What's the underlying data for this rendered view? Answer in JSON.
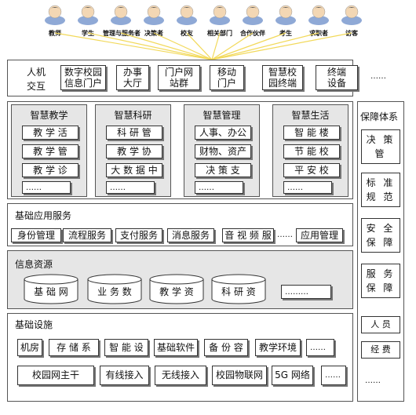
{
  "users": [
    "教师",
    "学生",
    "管理与服务者",
    "决策者",
    "校友",
    "相关部门",
    "合作伙伴",
    "考生",
    "求职者",
    "访客"
  ],
  "access": {
    "label": "人机\n交互",
    "items": [
      "数字校园\n信息门户",
      "办事\n大厅",
      "门户网\n站群",
      "移动\n门户",
      "智慧校\n园终端",
      "终端\n设备"
    ],
    "more": "……"
  },
  "smart": [
    {
      "title": "智慧教学",
      "items": [
        "教 学 活",
        "教 学 管",
        "教 学 诊"
      ],
      "more": "……"
    },
    {
      "title": "智慧科研",
      "items": [
        "科 研 管",
        "教 学 协",
        "大 数 据 中"
      ],
      "more": "……"
    },
    {
      "title": "智慧管理",
      "items": [
        "人事、办公",
        "财物、资产",
        "决 策 支"
      ],
      "more": "……"
    },
    {
      "title": "智慧生活",
      "items": [
        "智 能 楼",
        "节 能 校",
        "平 安 校"
      ],
      "more": "……"
    }
  ],
  "guarantee": {
    "title": "保障体系",
    "items": [
      "决 策\n管",
      "标 准\n规 范",
      "安 全\n保 障",
      "服 务\n保 障",
      "人 员",
      "经 费"
    ],
    "more": "……"
  },
  "basic_services": {
    "title": "基础应用服务",
    "items": [
      "身份管理",
      "流程服务",
      "支付服务",
      "消息服务",
      "音 视 频 服",
      "应用管理"
    ],
    "more": "……"
  },
  "info": {
    "title": "信息资源",
    "items": [
      "基 础 网",
      "业 务 数",
      "教 学 资",
      "科 研 资"
    ],
    "more": "………"
  },
  "infra": {
    "title": "基础设施",
    "row1": [
      "机房",
      "存 储 系",
      "智 能 设",
      "基础软件",
      "备 份 容",
      "教学环境"
    ],
    "row1_more": "……",
    "row2": [
      "校园网主干",
      "有线接入",
      "无线接入",
      "校园物联网",
      "5G 网络"
    ],
    "row2_more": "……"
  }
}
